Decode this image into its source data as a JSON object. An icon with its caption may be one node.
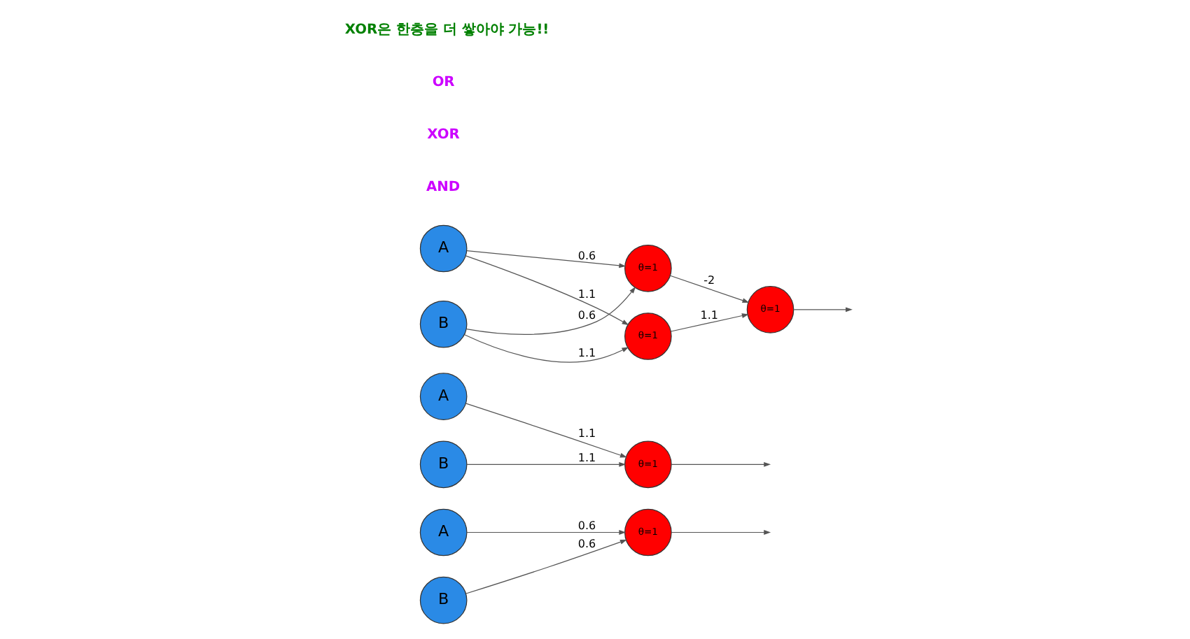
{
  "diagram": {
    "nodes": [
      {
        "text": [
          "A"
        ]
      },
      {
        "text": [
          "B"
        ]
      },
      {
        "text": [
          "θ=1"
        ]
      },
      {
        "text": [
          "A"
        ]
      },
      {
        "text": [
          "B"
        ]
      },
      {
        "text": [
          "θ=1"
        ]
      },
      {
        "text": [
          "A"
        ]
      },
      {
        "text": [
          "B"
        ]
      },
      {
        "text": [
          "θ=1"
        ]
      },
      {
        "text": [
          "θ=1"
        ]
      },
      {
        "text": [
          "θ=1"
        ]
      }
    ],
    "edges": [
      {
        "from": 0,
        "to": 2,
        "arrow": "to",
        "label": "0.6"
      },
      {
        "from": 1,
        "to": 2,
        "arrow": "to",
        "label": "0.6"
      },
      {
        "from": 2,
        "to": null,
        "arrow": "to"
      },
      {
        "from": 3,
        "to": 5,
        "arrow": "to",
        "label": "1.1"
      },
      {
        "from": 4,
        "to": 5,
        "arrow": "to",
        "label": "1.1"
      },
      {
        "from": 5,
        "to": null,
        "arrow": "to"
      },
      {
        "from": 6,
        "to": 8,
        "arrow": "to",
        "label": "0.6"
      },
      {
        "from": 6,
        "to": 9,
        "arrow": "to",
        "label": "1.1"
      },
      {
        "from": 7,
        "to": 8,
        "arrow": "to",
        "label": "0.6"
      },
      {
        "from": 7,
        "to": 9,
        "arrow": "to",
        "label": "1.1"
      },
      {
        "from": 8,
        "to": 10,
        "arrow": "to",
        "label": "-2"
      },
      {
        "from": 9,
        "to": 10,
        "arrow": "to",
        "label": "1.1"
      },
      {
        "from": 10,
        "to": null,
        "arrow": "to"
      }
    ],
    "labels": [
      "AND",
      "XOR",
      "OR",
      "XOR은 한층을 더 쌓아야 가능!!"
    ]
  }
}
